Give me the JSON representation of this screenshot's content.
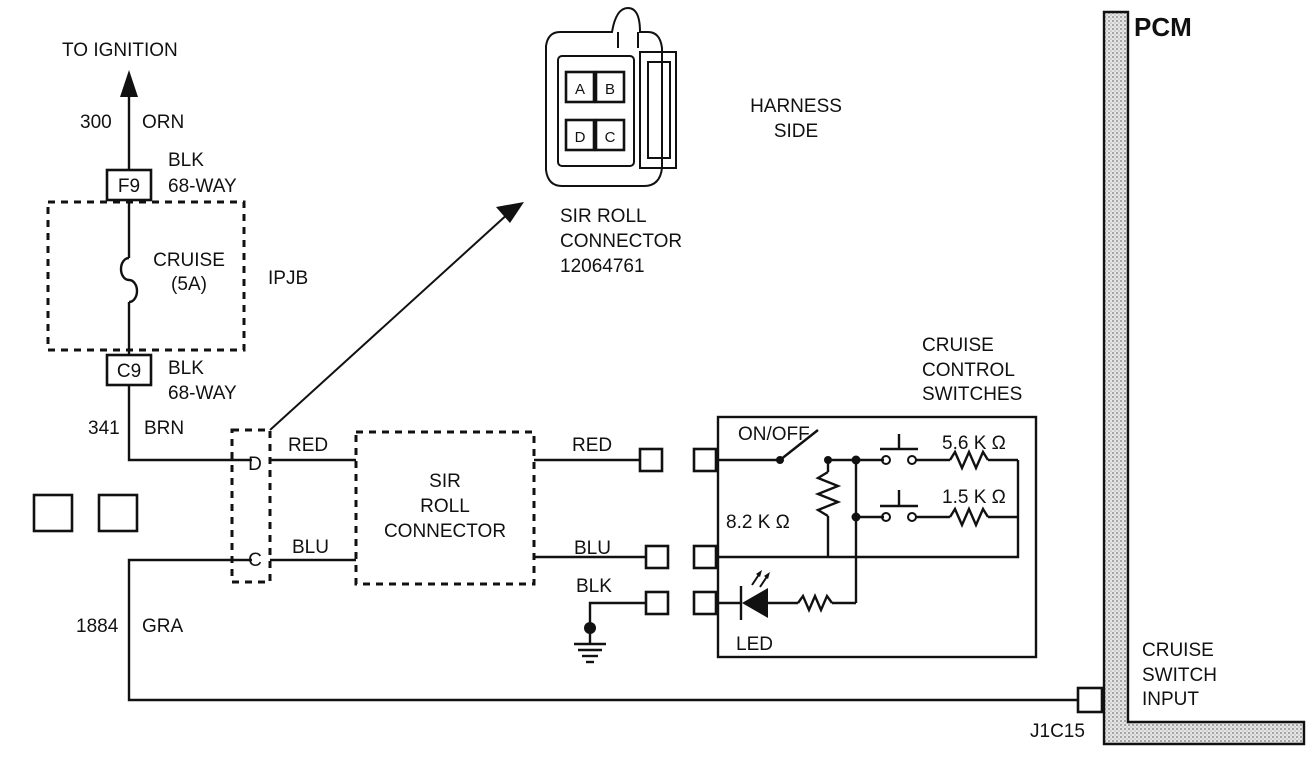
{
  "ignition": {
    "label": "TO IGNITION",
    "circuit": "300",
    "color": "ORN"
  },
  "fuse": {
    "top_terminal": "F9",
    "top_connector_color": "BLK",
    "top_connector_type": "68-WAY",
    "name_line1": "CRUISE",
    "name_line2": "(5A)",
    "block": "IPJB",
    "bottom_terminal": "C9",
    "bottom_connector_color": "BLK",
    "bottom_connector_type": "68-WAY"
  },
  "brn_circuit": {
    "circuit": "341",
    "color": "BRN"
  },
  "gra_circuit": {
    "circuit": "1884",
    "color": "GRA"
  },
  "inline_connector": {
    "pin_d": "D",
    "pin_c": "C"
  },
  "roll_connector": {
    "line1": "SIR",
    "line2": "ROLL",
    "line3": "CONNECTOR",
    "in_red": "RED",
    "in_blu": "BLU",
    "out_red": "RED",
    "out_blu": "BLU",
    "out_blk": "BLK"
  },
  "connector_view": {
    "cavities": [
      "A",
      "B",
      "D",
      "C"
    ],
    "side_line1": "HARNESS",
    "side_line2": "SIDE",
    "name_line1": "SIR ROLL",
    "name_line2": "CONNECTOR",
    "part_number": "12064761"
  },
  "switches": {
    "title_line1": "CRUISE",
    "title_line2": "CONTROL",
    "title_line3": "SWITCHES",
    "on_off": "ON/OFF",
    "res1": "5.6 K Ω",
    "res2": "1.5 K Ω",
    "res3": "8.2 K Ω",
    "led": "LED"
  },
  "pcm": {
    "label": "PCM",
    "input_line1": "CRUISE",
    "input_line2": "SWITCH",
    "input_line3": "INPUT",
    "pin": "J1C15"
  }
}
